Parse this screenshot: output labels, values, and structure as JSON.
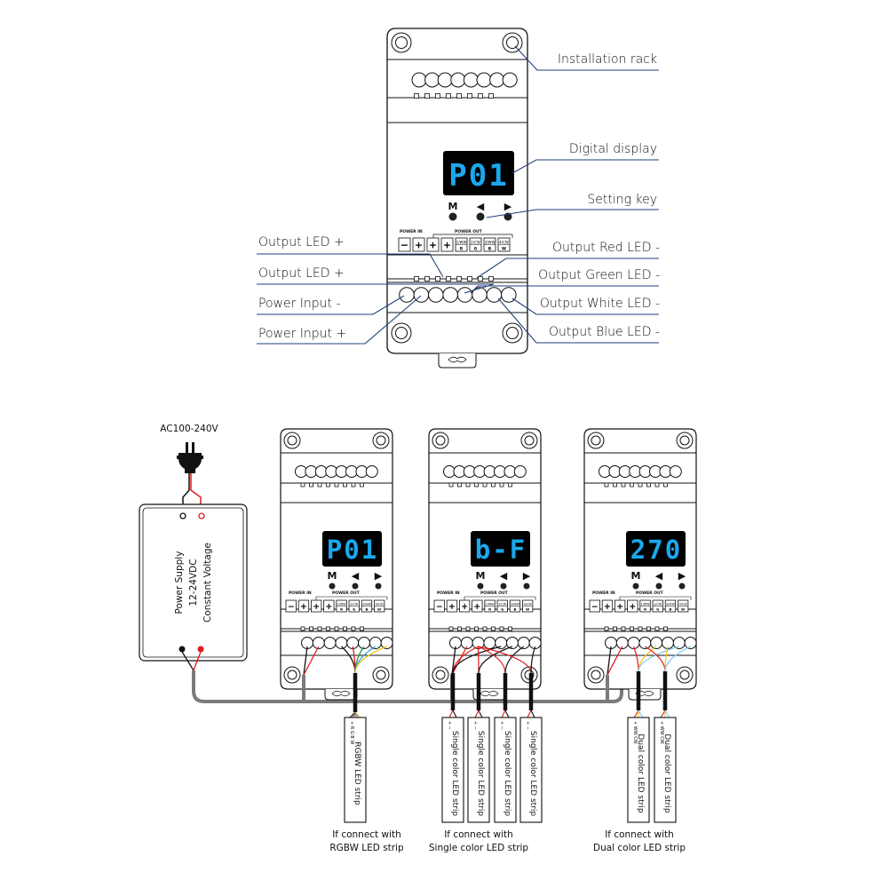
{
  "colors": {
    "leader_line": "#1f3f78",
    "display_bg": "#000000",
    "display_digits": "#1ba8ee",
    "wire_red": "#e21b1b",
    "wire_black": "#111111",
    "wire_green": "#1a9a3a",
    "wire_blue": "#2a9ad8",
    "wire_yellow": "#f2c21a",
    "wire_lightblue": "#7cc8ee",
    "cable_grey": "#7a7a7a"
  },
  "main_unit": {
    "display_value": "P01",
    "keys": [
      "M",
      "◀",
      "▶"
    ],
    "power_in_label": "POWER IN",
    "power_out_label": "POWER OUT",
    "terminals": [
      {
        "top": "−",
        "bottom": ""
      },
      {
        "top": "+",
        "bottom": ""
      },
      {
        "top": "+",
        "bottom": ""
      },
      {
        "top": "+",
        "bottom": ""
      },
      {
        "top": "1/WW",
        "bottom": "R"
      },
      {
        "top": "2/CW",
        "bottom": "G"
      },
      {
        "top": "3/WW",
        "bottom": "B"
      },
      {
        "top": "4/CW",
        "bottom": "W"
      }
    ]
  },
  "callouts": {
    "installation_rack": "Installation rack",
    "digital_display": "Digital display",
    "setting_key": "Setting key",
    "output_led_plus_1": "Output LED +",
    "output_led_plus_2": "Output LED +",
    "power_input_minus": "Power Input -",
    "power_input_plus": "Power Input +",
    "output_red_led_minus": "Output Red LED -",
    "output_green_led_minus": "Output Green LED -",
    "output_white_led_minus": "Output White LED -",
    "output_blue_led_minus": "Output Blue LED -"
  },
  "wiring": {
    "ac_label": "AC100-240V",
    "power_supply": {
      "line1": "Power Supply",
      "line2": "12-24VDC",
      "line3": "Constant Voltage"
    },
    "units": [
      {
        "display_value": "P01",
        "caption_line1": "If connect with",
        "caption_line2": "RGBW LED strip",
        "strips": [
          "RGBW LED strip"
        ],
        "strip_pins": "+ R G B W"
      },
      {
        "display_value": "b-F",
        "caption_line1": "If connect with",
        "caption_line2": "Single color LED strip",
        "strips": [
          "Single color LED strip",
          "Single color LED strip",
          "Single color LED strip",
          "Single color LED strip"
        ],
        "strip_pins": "+ −"
      },
      {
        "display_value": "270",
        "caption_line1": "If connect with",
        "caption_line2": "Dual color LED strip",
        "strips": [
          "Dual color LED strip",
          "Dual color LED strip"
        ],
        "strip_pins": "+ WW CW"
      }
    ]
  }
}
